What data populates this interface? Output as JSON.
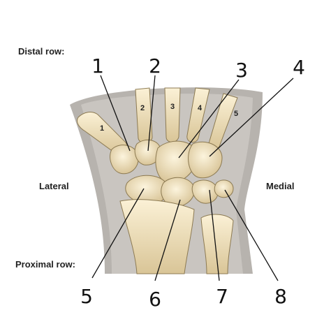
{
  "labels": {
    "distal_row": "Distal row:",
    "proximal_row": "Proximal row:",
    "lateral": "Lateral",
    "medial": "Medial"
  },
  "metacarpals": [
    "1",
    "2",
    "3",
    "4",
    "5"
  ],
  "callouts": [
    "1",
    "2",
    "3",
    "4",
    "5",
    "6",
    "7",
    "8"
  ]
}
